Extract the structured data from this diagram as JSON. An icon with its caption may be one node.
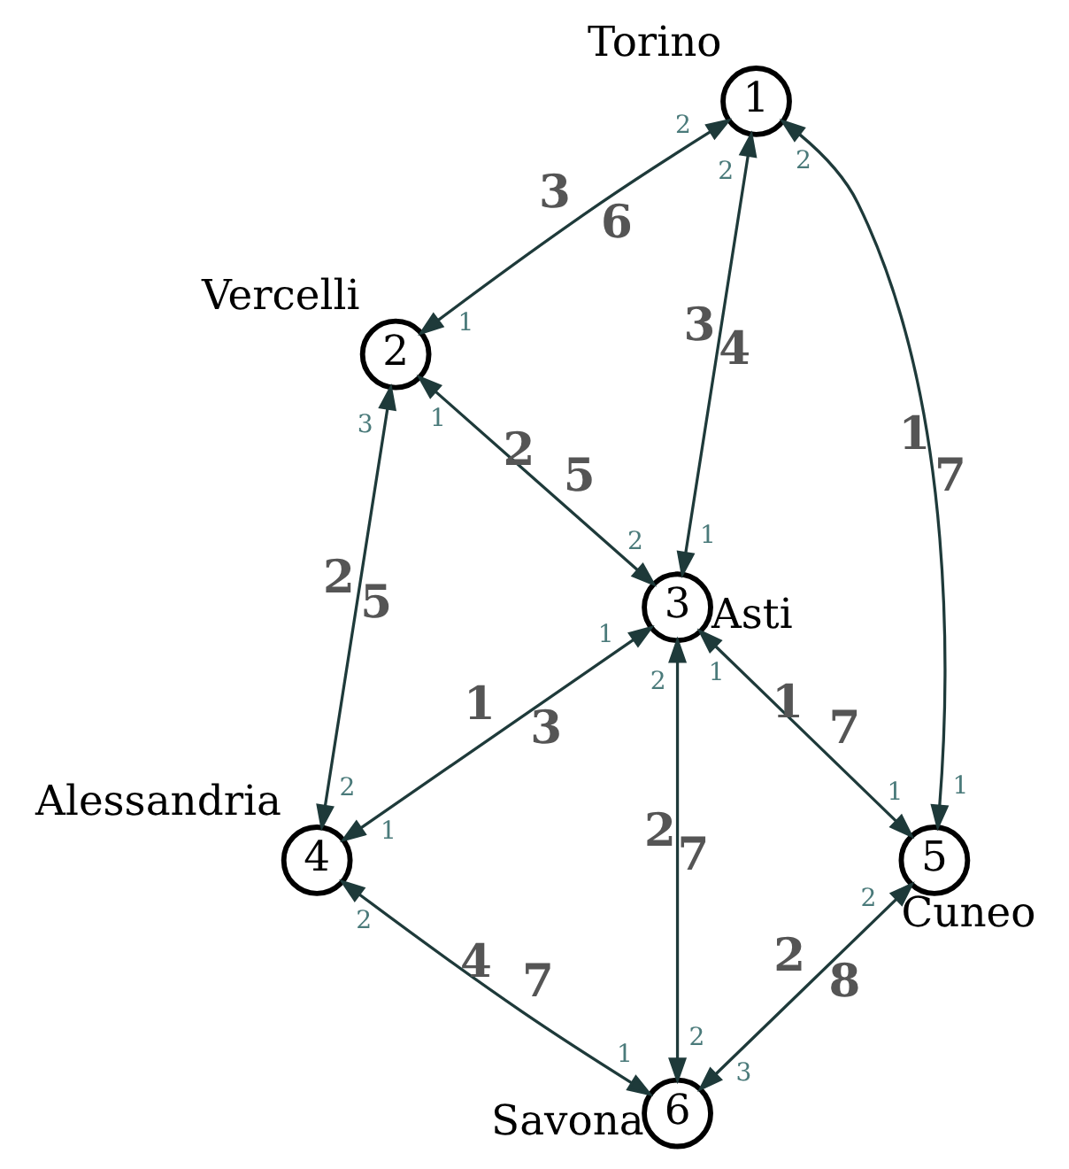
{
  "diagram": {
    "nodes": [
      {
        "text": [
          "1"
        ],
        "beside": [
          "Torino"
        ]
      },
      {
        "text": [
          "2"
        ],
        "beside": [
          "Vercelli"
        ]
      },
      {
        "text": [
          "3"
        ],
        "beside": [
          "Asti"
        ]
      },
      {
        "text": [
          "4"
        ],
        "beside": [
          "Alessandria"
        ]
      },
      {
        "text": [
          "5"
        ],
        "beside": [
          "Cuneo"
        ]
      },
      {
        "text": [
          "6"
        ],
        "beside": [
          "Savona"
        ]
      }
    ],
    "edges": [
      {
        "from": 0,
        "to": 1,
        "arrow": "both",
        "label": "6"
      },
      {
        "from": 0,
        "to": 2,
        "arrow": "both",
        "label": "4"
      },
      {
        "from": 0,
        "to": 4,
        "arrow": "both",
        "label": "7"
      },
      {
        "from": 1,
        "to": 2,
        "arrow": "both",
        "label": "5"
      },
      {
        "from": 1,
        "to": 3,
        "arrow": "both",
        "label": "5"
      },
      {
        "from": 2,
        "to": 3,
        "arrow": "both",
        "label": "3"
      },
      {
        "from": 2,
        "to": 4,
        "arrow": "both",
        "label": "7"
      },
      {
        "from": 2,
        "to": 5,
        "arrow": "both",
        "label": "7"
      },
      {
        "from": 3,
        "to": 5,
        "arrow": "both",
        "label": "7"
      },
      {
        "from": 4,
        "to": 5,
        "arrow": "both",
        "label": "8"
      }
    ],
    "labels": [
      "2",
      "1",
      "3",
      "2",
      "1",
      "3",
      "2",
      "1",
      "1",
      "1",
      "2",
      "2",
      "3",
      "2",
      "2",
      "1",
      "1",
      "1",
      "1",
      "1",
      "1",
      "2",
      "2",
      "2",
      "2",
      "1",
      "4",
      "2",
      "3",
      "2"
    ]
  }
}
